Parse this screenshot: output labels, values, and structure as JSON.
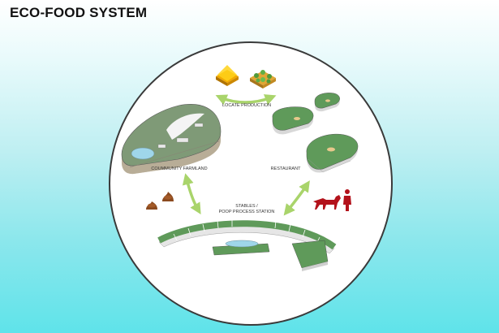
{
  "title": "ECO-FOOD SYSTEM",
  "nodes": {
    "production": {
      "label": "LOCATE PRODUCTION"
    },
    "farmland": {
      "label": "COUMMUNITY FARMLAND"
    },
    "restaurant": {
      "label": "RESTAURANT"
    },
    "stables": {
      "line1": "STABLES /",
      "line2": "POOP PROCESS STATION"
    }
  },
  "colors": {
    "arrow": "#a9d46b",
    "greenRoof": "#5f9a5a",
    "poop": "#8b4a1f",
    "animal": "#b3121b",
    "circleStroke": "#3a3a3a"
  },
  "icons": [
    "yellow-crop-icon",
    "green-crop-icon",
    "poop-icon",
    "horse-icon",
    "person-icon"
  ]
}
